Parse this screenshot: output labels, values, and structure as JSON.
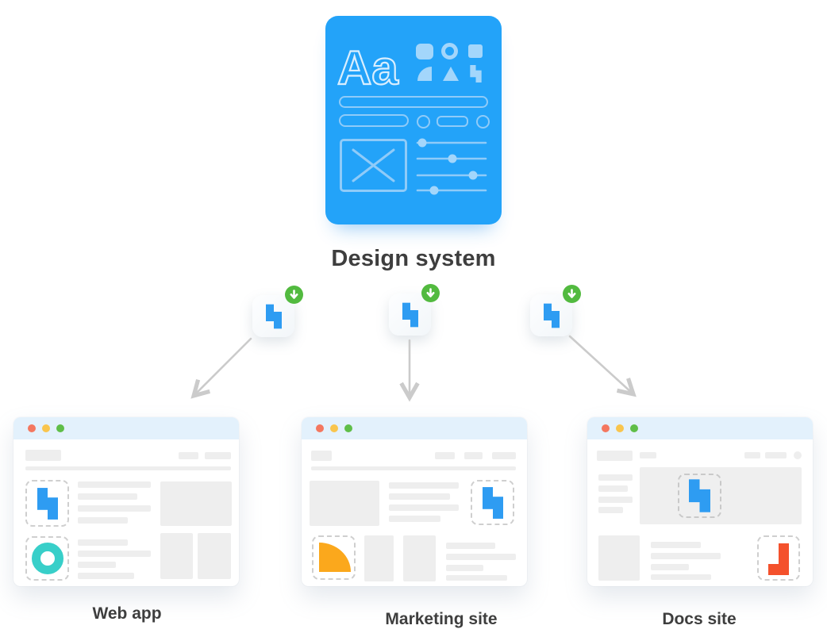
{
  "diagram": {
    "title": "Design system",
    "card": {
      "type_specimen": "Aa"
    },
    "assets": [
      {
        "name": "component-package",
        "badge": "download"
      },
      {
        "name": "component-package",
        "badge": "download"
      },
      {
        "name": "component-package",
        "badge": "download"
      }
    ],
    "targets": [
      {
        "label": "Web app"
      },
      {
        "label": "Marketing site"
      },
      {
        "label": "Docs site"
      }
    ]
  },
  "colors": {
    "blue": "#23A3F9",
    "light-blue": "#A3D6FB",
    "stroke-blue": "#8FCBF9",
    "pale-blue": "#D9EEFE",
    "logo-blue": "#2E9CF2",
    "teal": "#38CFC9",
    "orange": "#FBA81C",
    "red-orange": "#F4512C",
    "badge-green": "#52BA3F",
    "arrow-gray": "#CBCBCB",
    "titlebar-blue": "#E3F1FC",
    "dot-red": "#F4775F",
    "dot-yellow": "#F9C54D",
    "dot-green": "#5FBE48",
    "block-gray": "#EEEEEE",
    "dash-gray": "#CFCFCF",
    "text-dark": "#3E3E3E"
  }
}
